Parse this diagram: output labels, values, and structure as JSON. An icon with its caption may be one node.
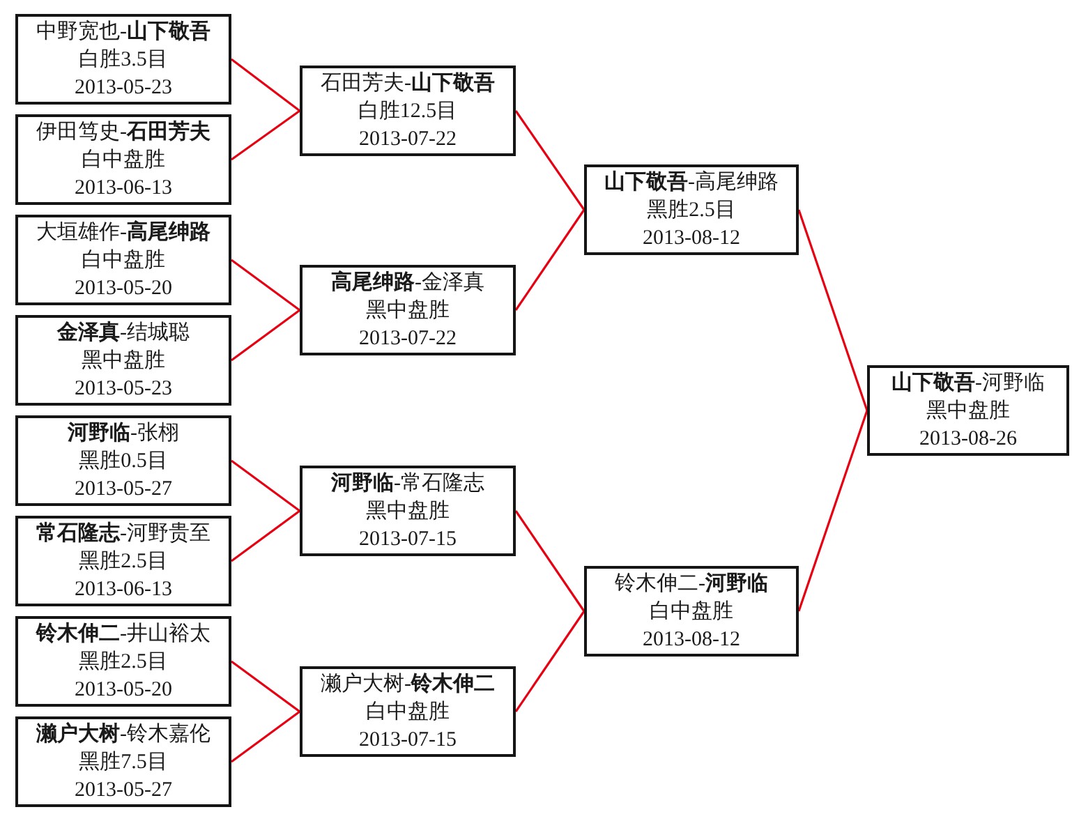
{
  "diagram": {
    "nodes": [
      {
        "text": [
          "中野宽也-**山下敬吾**",
          "白胜3.5目",
          "2013-05-23"
        ]
      },
      {
        "text": [
          "伊田笃史-**石田芳夫**",
          "白中盘胜",
          "2013-06-13"
        ]
      },
      {
        "text": [
          "大垣雄作-**高尾绅路**",
          "白中盘胜",
          "2013-05-20"
        ]
      },
      {
        "text": [
          "**金泽真**-结城聪",
          "黑中盘胜",
          "2013-05-23"
        ]
      },
      {
        "text": [
          "**河野临**-张栩",
          "黑胜0.5目",
          "2013-05-27"
        ]
      },
      {
        "text": [
          "**常石隆志**-河野贵至",
          "黑胜2.5目",
          "2013-06-13"
        ]
      },
      {
        "text": [
          "**铃木伸二**-井山裕太",
          "黑胜2.5目",
          "2013-05-20"
        ]
      },
      {
        "text": [
          "**濑户大树**-铃木嘉伦",
          "黑胜7.5目",
          "2013-05-27"
        ]
      },
      {
        "text": [
          "石田芳夫-**山下敬吾**",
          "白胜12.5目",
          "2013-07-22"
        ]
      },
      {
        "text": [
          "**高尾绅路**-金泽真",
          "黑中盘胜",
          "2013-07-22"
        ]
      },
      {
        "text": [
          "**河野临**-常石隆志",
          "黑中盘胜",
          "2013-07-15"
        ]
      },
      {
        "text": [
          "濑户大树-**铃木伸二**",
          "白中盘胜",
          "2013-07-15"
        ]
      },
      {
        "text": [
          "**山下敬吾**-高尾绅路",
          "黑胜2.5目",
          "2013-08-12"
        ]
      },
      {
        "text": [
          "铃木伸二-**河野临**",
          "白中盘胜",
          "2013-08-12"
        ]
      },
      {
        "text": [
          "**山下敬吾**-河野临",
          "黑中盘胜",
          "2013-08-26"
        ]
      }
    ],
    "edges": [
      {
        "from": 0,
        "to": 8,
        "arrow": "none"
      },
      {
        "from": 1,
        "to": 8,
        "arrow": "none"
      },
      {
        "from": 2,
        "to": 9,
        "arrow": "none"
      },
      {
        "from": 3,
        "to": 9,
        "arrow": "none"
      },
      {
        "from": 4,
        "to": 10,
        "arrow": "none"
      },
      {
        "from": 5,
        "to": 10,
        "arrow": "none"
      },
      {
        "from": 6,
        "to": 11,
        "arrow": "none"
      },
      {
        "from": 7,
        "to": 11,
        "arrow": "none"
      },
      {
        "from": 8,
        "to": 12,
        "arrow": "none"
      },
      {
        "from": 9,
        "to": 12,
        "arrow": "none"
      },
      {
        "from": 10,
        "to": 13,
        "arrow": "none"
      },
      {
        "from": 11,
        "to": 13,
        "arrow": "none"
      },
      {
        "from": 12,
        "to": 14,
        "arrow": "none"
      },
      {
        "from": 13,
        "to": 14,
        "arrow": "none"
      }
    ]
  }
}
